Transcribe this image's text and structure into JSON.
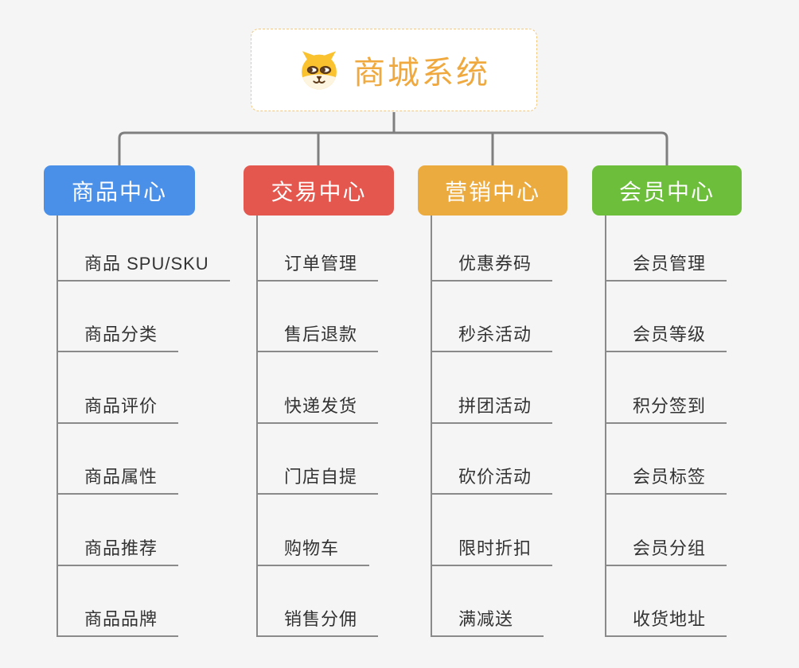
{
  "page": {
    "background_color": "#f5f5f5",
    "connector_color": "#7f7f7f",
    "subline_color": "#8a8a8a"
  },
  "root": {
    "title": "商城系统",
    "title_color": "#efa93e",
    "border_color": "#f3c87d",
    "icon": "shiba-dog-icon"
  },
  "branches": [
    {
      "label": "商品中心",
      "color": "#4a90e8",
      "children": [
        "商品 SPU/SKU",
        "商品分类",
        "商品评价",
        "商品属性",
        "商品推荐",
        "商品品牌"
      ]
    },
    {
      "label": "交易中心",
      "color": "#e4574f",
      "children": [
        "订单管理",
        "售后退款",
        "快递发货",
        "门店自提",
        "购物车",
        "销售分佣"
      ]
    },
    {
      "label": "营销中心",
      "color": "#ecab3f",
      "children": [
        "优惠券码",
        "秒杀活动",
        "拼团活动",
        "砍价活动",
        "限时折扣",
        "满减送"
      ]
    },
    {
      "label": "会员中心",
      "color": "#6cbe3b",
      "children": [
        "会员管理",
        "会员等级",
        "积分签到",
        "会员标签",
        "会员分组",
        "收货地址"
      ]
    }
  ]
}
